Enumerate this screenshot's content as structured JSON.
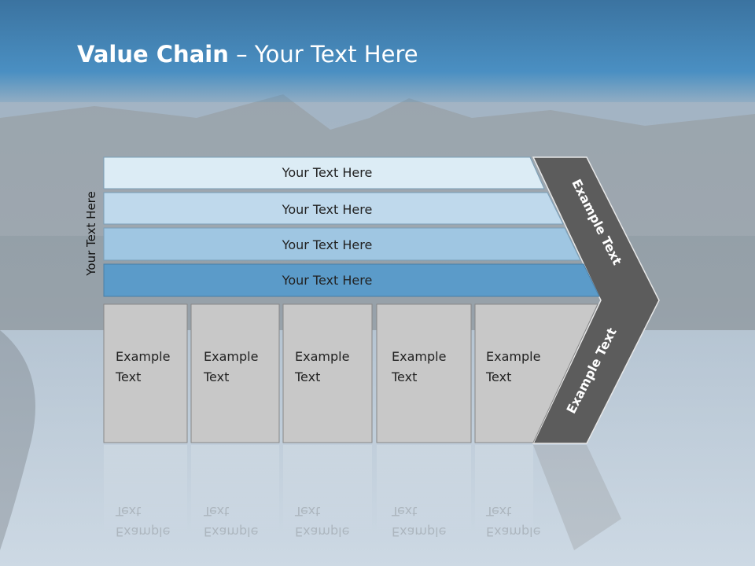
{
  "title": {
    "bold": "Value Chain",
    "rest": " – Your Text Here"
  },
  "side_label": "Your Text Here",
  "bars": [
    {
      "label": "Your Text Here",
      "color": "#dcecf5"
    },
    {
      "label": "Your Text Here",
      "color": "#bfd9ec"
    },
    {
      "label": "Your Text Here",
      "color": "#9fc6e2"
    },
    {
      "label": "Your Text Here",
      "color": "#5b9bc9"
    }
  ],
  "boxes": [
    {
      "line1": "Example",
      "line2": "Text"
    },
    {
      "line1": "Example",
      "line2": "Text"
    },
    {
      "line1": "Example",
      "line2": "Text"
    },
    {
      "line1": "Example",
      "line2": "Text"
    },
    {
      "line1": "Example",
      "line2": "Text"
    }
  ],
  "chevron": {
    "upper_label": "Example Text",
    "lower_label": "Example Text",
    "color": "#5c5c5c"
  }
}
